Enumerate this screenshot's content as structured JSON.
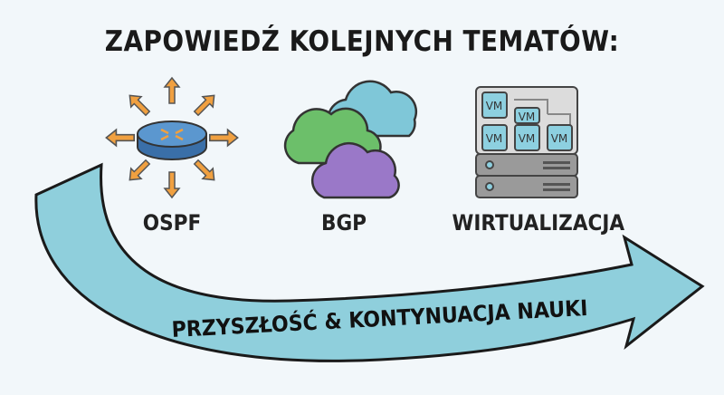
{
  "title": "ZAPOWIEDŹ KOLEJNYCH TEMATÓW:",
  "topics": [
    {
      "label": "OSPF",
      "icon": "router-icon"
    },
    {
      "label": "BGP",
      "icon": "clouds-icon"
    },
    {
      "label": "WIRTUALIZACJA",
      "icon": "server-vm-icon"
    }
  ],
  "vm_label": "VM",
  "arrow_text": "PRZYSZŁOŚĆ & KONTYNUACJA NAUKI",
  "colors": {
    "arrow": "#8fcfdc",
    "router": "#4a86c0",
    "arrows_orange": "#f0a040",
    "cloud_green": "#6cbf6a",
    "cloud_blue": "#7fc7d8",
    "cloud_purple": "#9a78c8",
    "vm": "#8dd0e0"
  }
}
